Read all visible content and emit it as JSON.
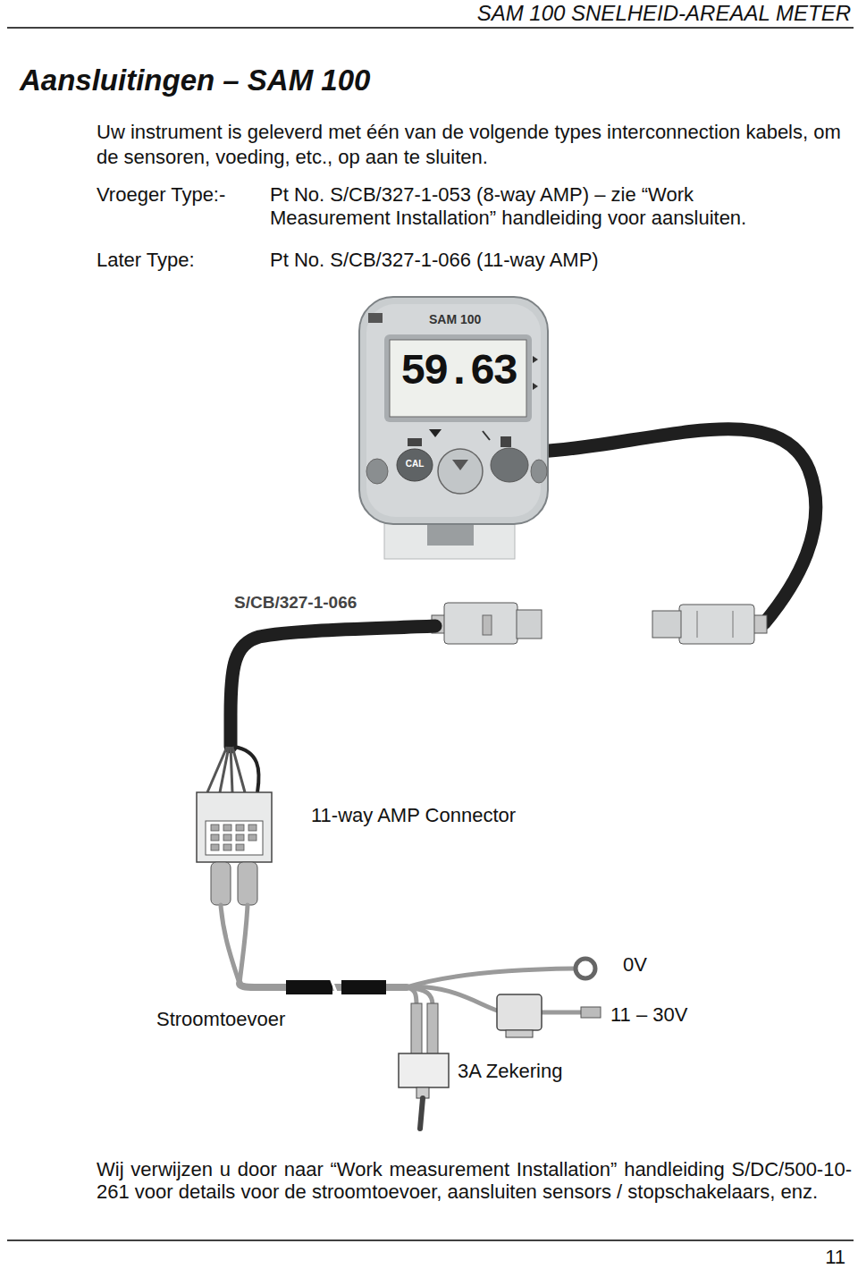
{
  "diagram": {
    "title": "Aansluitingen – SAM 100",
    "nodes": [
      {
        "text": [
          "SAM 100",
          "59.63"
        ]
      },
      {
        "text": [
          "CAL"
        ],
        "in": 0
      }
    ],
    "labels": [
      "SAM 100 SNELHEID-AREAAL METER",
      "Uw instrument is geleverd met één van de volgende types interconnection kabels, om de sensoren, voeding, etc., op aan te sluiten.",
      "Vroeger Type:-",
      "Pt No. S/CB/327-1-053 (8-way AMP) – zie “Work Measurement Installation” handleiding voor aansluiten.",
      "Later Type:",
      "Pt No. S/CB/327-1-066 (11-way AMP)",
      "S/CB/327-1-066",
      "11-way AMP Connector",
      "0V",
      "Stroomtoevoer",
      "11 – 30V",
      "3A Zekering",
      "Wij verwijzen u door naar “Work measurement Installation” handleiding S/DC/500-10-261 voor details voor de stroomtoevoer, aansluiten sensors / stopschakelaars, enz.",
      "11"
    ]
  }
}
